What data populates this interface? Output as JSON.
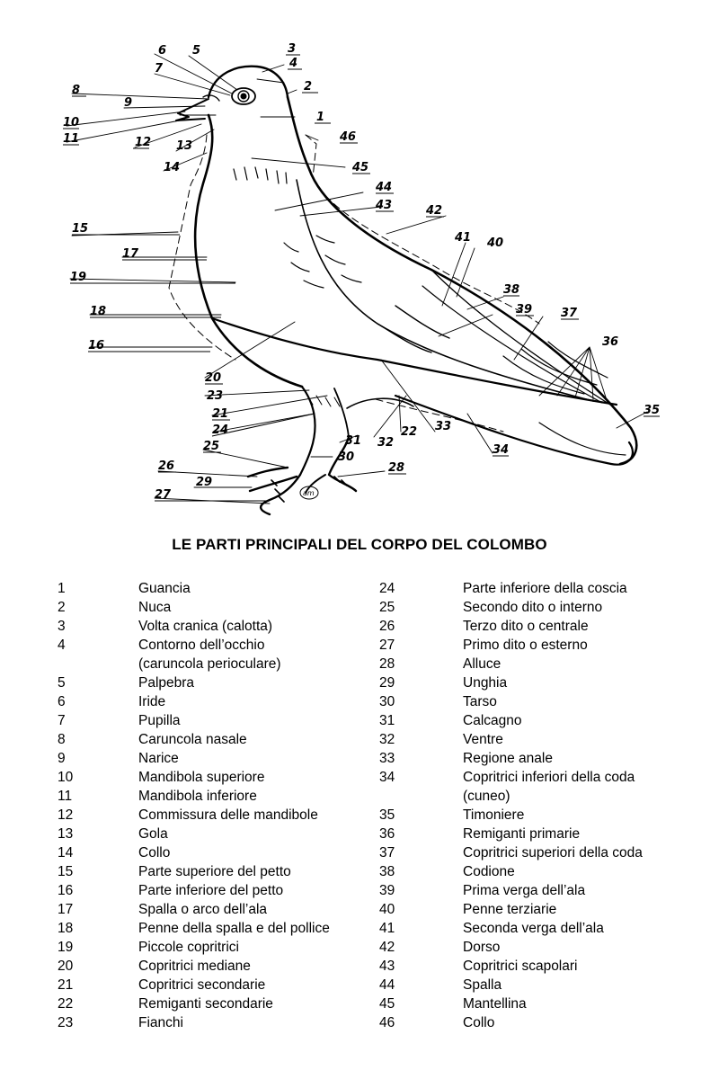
{
  "title": "LE PARTI PRINCIPALI DEL CORPO DEL COLOMBO",
  "signature": "am",
  "labels": [
    "1",
    "2",
    "3",
    "4",
    "5",
    "6",
    "7",
    "8",
    "9",
    "10",
    "11",
    "12",
    "13",
    "14",
    "15",
    "16",
    "17",
    "18",
    "19",
    "20",
    "21",
    "22",
    "23",
    "24",
    "25",
    "26",
    "27",
    "28",
    "29",
    "30",
    "31",
    "32",
    "33",
    "34",
    "35",
    "36",
    "37",
    "38",
    "39",
    "40",
    "41",
    "42",
    "43",
    "44",
    "45",
    "46"
  ],
  "legend_left": [
    {
      "n": "1",
      "t": "Guancia"
    },
    {
      "n": "2",
      "t": "Nuca"
    },
    {
      "n": "3",
      "t": "Volta cranica (calotta)"
    },
    {
      "n": "4",
      "t": "Contorno dell’occhio"
    },
    {
      "n": "",
      "t": "(caruncola perioculare)"
    },
    {
      "n": "5",
      "t": "Palpebra"
    },
    {
      "n": "6",
      "t": "Iride"
    },
    {
      "n": "7",
      "t": "Pupilla"
    },
    {
      "n": "8",
      "t": "Caruncola nasale"
    },
    {
      "n": "9",
      "t": "Narice"
    },
    {
      "n": "10",
      "t": "Mandibola superiore"
    },
    {
      "n": "11",
      "t": "Mandibola inferiore"
    },
    {
      "n": "12",
      "t": "Commissura delle mandibole"
    },
    {
      "n": "13",
      "t": "Gola"
    },
    {
      "n": "14",
      "t": "Collo"
    },
    {
      "n": "15",
      "t": "Parte superiore del petto"
    },
    {
      "n": "16",
      "t": "Parte inferiore del petto"
    },
    {
      "n": "17",
      "t": "Spalla o arco dell’ala"
    },
    {
      "n": "18",
      "t": "Penne della spalla e del pollice"
    },
    {
      "n": "19",
      "t": "Piccole copritrici"
    },
    {
      "n": "20",
      "t": "Copritrici mediane"
    },
    {
      "n": "21",
      "t": "Copritrici secondarie"
    },
    {
      "n": "22",
      "t": "Remiganti secondarie"
    },
    {
      "n": "23",
      "t": "Fianchi"
    }
  ],
  "legend_right": [
    {
      "n": "24",
      "t": "Parte inferiore della coscia"
    },
    {
      "n": "25",
      "t": "Secondo dito o interno"
    },
    {
      "n": "26",
      "t": "Terzo dito o centrale"
    },
    {
      "n": "27",
      "t": "Primo dito o esterno"
    },
    {
      "n": "28",
      "t": "Alluce"
    },
    {
      "n": "29",
      "t": "Unghia"
    },
    {
      "n": "30",
      "t": "Tarso"
    },
    {
      "n": "31",
      "t": "Calcagno"
    },
    {
      "n": "32",
      "t": "Ventre"
    },
    {
      "n": "33",
      "t": "Regione anale"
    },
    {
      "n": "34",
      "t": "Copritrici inferiori della coda"
    },
    {
      "n": "",
      "t": "(cuneo)"
    },
    {
      "n": "35",
      "t": "Timoniere"
    },
    {
      "n": "36",
      "t": "Remiganti primarie"
    },
    {
      "n": "37",
      "t": "Copritrici superiori della coda"
    },
    {
      "n": "38",
      "t": "Codione"
    },
    {
      "n": "39",
      "t": "Prima verga dell’ala"
    },
    {
      "n": "40",
      "t": "Penne terziarie"
    },
    {
      "n": "41",
      "t": "Seconda verga dell’ala"
    },
    {
      "n": "42",
      "t": "Dorso"
    },
    {
      "n": "43",
      "t": "Copritrici scapolari"
    },
    {
      "n": "44",
      "t": "Spalla"
    },
    {
      "n": "45",
      "t": "Mantellina"
    },
    {
      "n": "46",
      "t": "Collo"
    }
  ]
}
